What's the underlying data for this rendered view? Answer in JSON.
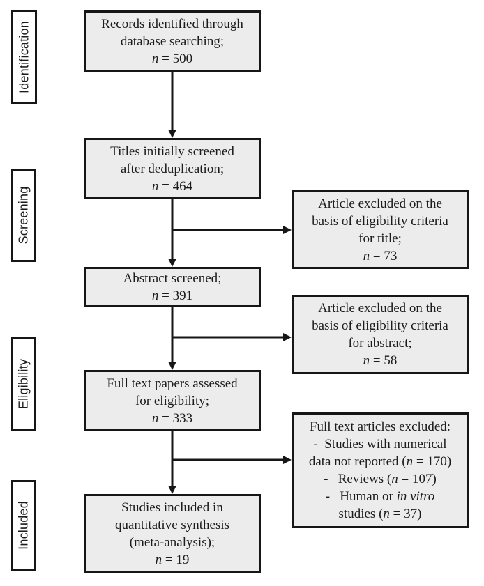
{
  "diagram": {
    "stages": [
      {
        "label": "Identification"
      },
      {
        "label": "Screening"
      },
      {
        "label": "Eligibility"
      },
      {
        "label": "Included"
      }
    ],
    "flow_boxes": [
      {
        "lines": [
          "Records identified through",
          "database searching;",
          "*n* = 500"
        ]
      },
      {
        "lines": [
          "Titles initially screened",
          "after deduplication;",
          "*n* = 464"
        ]
      },
      {
        "lines": [
          "Abstract screened;",
          "*n* = 391"
        ]
      },
      {
        "lines": [
          "Full text papers assessed",
          "for eligibility;",
          "*n* = 333"
        ]
      },
      {
        "lines": [
          "Studies included in",
          "quantitative synthesis",
          "(meta-analysis);",
          "*n* = 19"
        ]
      }
    ],
    "exclusion_boxes": [
      {
        "lines": [
          "Article excluded on the",
          "basis of eligibility criteria",
          "for title;",
          "*n* = 73"
        ]
      },
      {
        "lines": [
          "Article excluded on the",
          "basis of eligibility criteria",
          "for abstract;",
          "*n* = 58"
        ]
      },
      {
        "lines": [
          "Full text articles excluded:",
          "-  Studies with numerical",
          "data not reported (*n* = 170)",
          "-   Reviews (*n* = 107)",
          "-   Human or *in vitro*",
          "studies (*n* = 37)"
        ]
      }
    ],
    "colors": {
      "box_fill": "#ececec",
      "box_border": "#161616",
      "label_fill": "#ffffff",
      "text": "#1c1c1c"
    }
  }
}
